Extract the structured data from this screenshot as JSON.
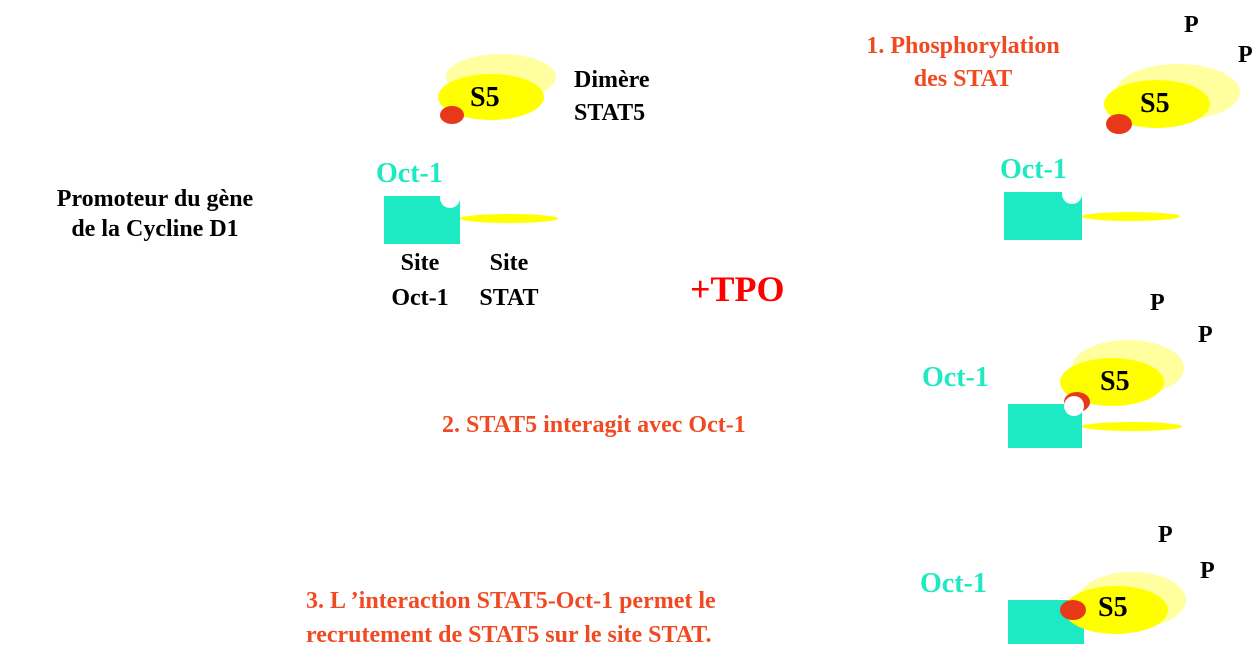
{
  "colors": {
    "teal": "#1de9c2",
    "yellow": "#ffff00",
    "pale_yellow": "#ffffa0",
    "red": "#e8381a",
    "orange": "#f04a22",
    "tpo_red": "#ff0000"
  },
  "left": {
    "promoter_line1": "Promoteur du gène",
    "promoter_line2": "de la Cycline D1",
    "dimer_line1": "Dimère",
    "dimer_line2": "STAT5",
    "s5": "S5",
    "oct1": "Oct-1",
    "site_oct1_line1": "Site",
    "site_oct1_line2": "Oct-1",
    "site_stat_line1": "Site",
    "site_stat_line2": "STAT"
  },
  "tpo": "+TPO",
  "step1": {
    "line1": "1. Phosphorylation",
    "line2": "des STAT",
    "s5": "S5",
    "p1": "P",
    "p2": "P",
    "oct1": "Oct-1"
  },
  "step2": {
    "label": "2. STAT5 interagit avec Oct-1",
    "s5": "S5",
    "p1": "P",
    "p2": "P",
    "oct1": "Oct-1"
  },
  "step3": {
    "line1": "3. L ’interaction STAT5-Oct-1 permet le",
    "line2": "recrutement de STAT5 sur le site STAT.",
    "s5": "S5",
    "p1": "P",
    "p2": "P",
    "oct1": "Oct-1"
  }
}
